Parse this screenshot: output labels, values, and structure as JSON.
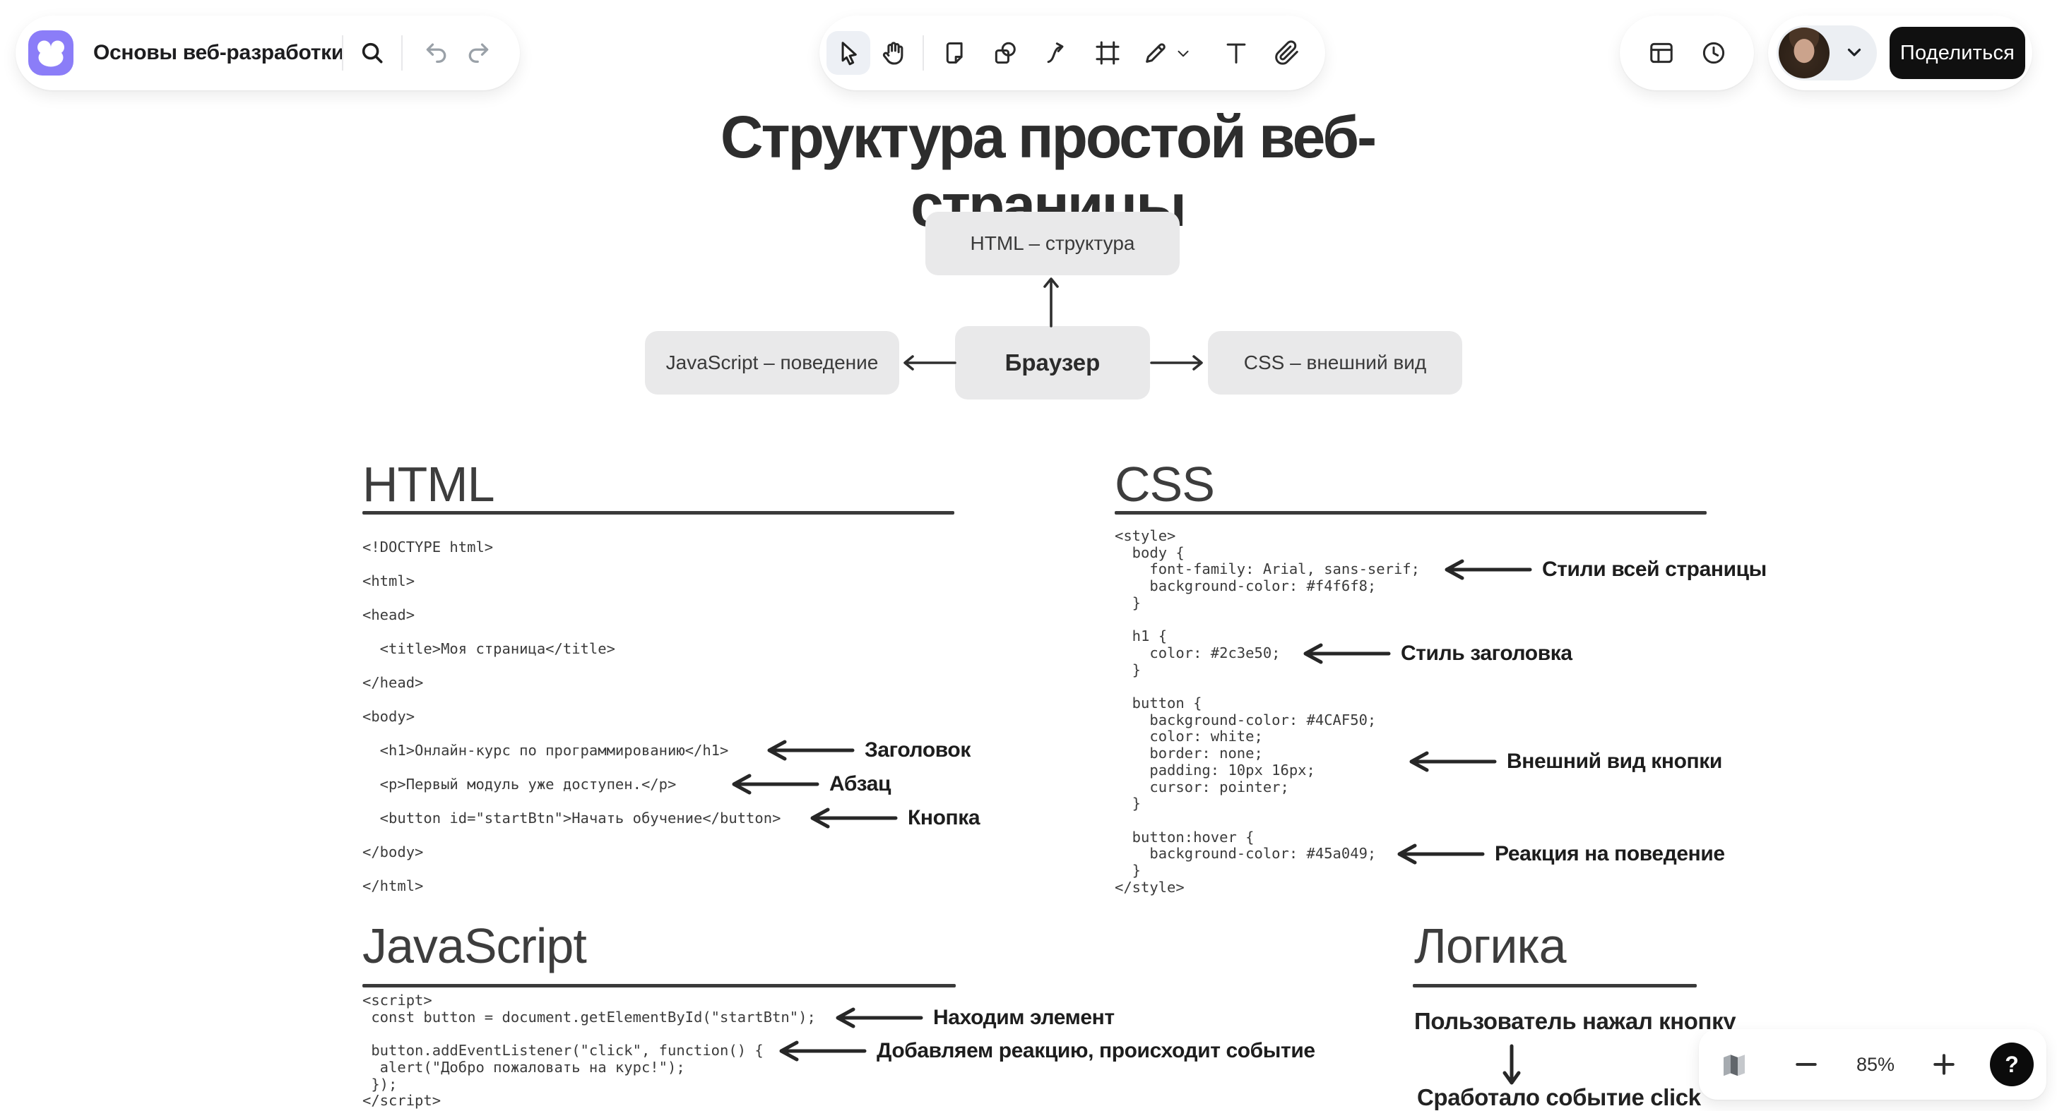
{
  "app": {
    "board_title": "Основы веб-разработки",
    "share_label": "Поделиться",
    "help_label": "?"
  },
  "toolbar": {
    "active_tool": "select",
    "tools": [
      "select",
      "hand",
      "sticky-note",
      "shapes",
      "connector",
      "frame",
      "pen",
      "text",
      "attachment"
    ],
    "left_icons": [
      "search",
      "undo",
      "redo"
    ],
    "right_icons": [
      "panels",
      "history-clock",
      "avatar",
      "chevron-down"
    ]
  },
  "canvas": {
    "title": "Структура простой веб-страницы",
    "diagram": {
      "center": "Браузер",
      "top": "HTML – структура",
      "left": "JavaScript – поведение",
      "right": "CSS – внешний вид"
    },
    "sections": {
      "html": {
        "heading": "HTML",
        "code": [
          "<!DOCTYPE html>",
          "<html>",
          "<head>",
          "  <title>Моя страница</title>",
          "</head>",
          "<body>",
          "  <h1>Онлайн-курс по программированию</h1>",
          "  <p>Первый модуль уже доступен.</p>",
          "  <button id=\"startBtn\">Начать обучение</button>",
          "</body>",
          "</html>"
        ],
        "annotations": [
          {
            "label": "Заголовок"
          },
          {
            "label": "Абзац"
          },
          {
            "label": "Кнопка"
          }
        ]
      },
      "css": {
        "heading": "CSS",
        "code": [
          "<style>",
          "  body {",
          "    font-family: Arial, sans-serif;",
          "    background-color: #f4f6f8;",
          "  }",
          "",
          "  h1 {",
          "    color: #2c3e50;",
          "  }",
          "",
          "  button {",
          "    background-color: #4CAF50;",
          "    color: white;",
          "    border: none;",
          "    padding: 10px 16px;",
          "    cursor: pointer;",
          "  }",
          "",
          "  button:hover {",
          "    background-color: #45a049;",
          "  }",
          "</style>"
        ],
        "annotations": [
          {
            "label": "Стили всей страницы"
          },
          {
            "label": "Стиль заголовка"
          },
          {
            "label": "Внешний вид кнопки"
          },
          {
            "label": "Реакция на поведение"
          }
        ]
      },
      "js": {
        "heading": "JavaScript",
        "code": [
          "<script>",
          " const button = document.getElementById(\"startBtn\");",
          "",
          " button.addEventListener(\"click\", function() {",
          "  alert(\"Добро пожаловать на курс!\");",
          " });",
          "</script>"
        ],
        "annotations": [
          {
            "label": "Находим элемент"
          },
          {
            "label": "Добавляем реакцию, происходит событие"
          }
        ]
      },
      "logic": {
        "heading": "Логика",
        "step1": "Пользователь нажал кнопку",
        "step2": "Сработало событие click"
      }
    }
  },
  "zoombar": {
    "zoom_level": "85%"
  },
  "colors": {
    "logo_purple": "#8b7df8",
    "diagram_box_gray": "#e9e9ea",
    "share_button_black": "#101010",
    "accent_text": "#2d2d2d"
  }
}
